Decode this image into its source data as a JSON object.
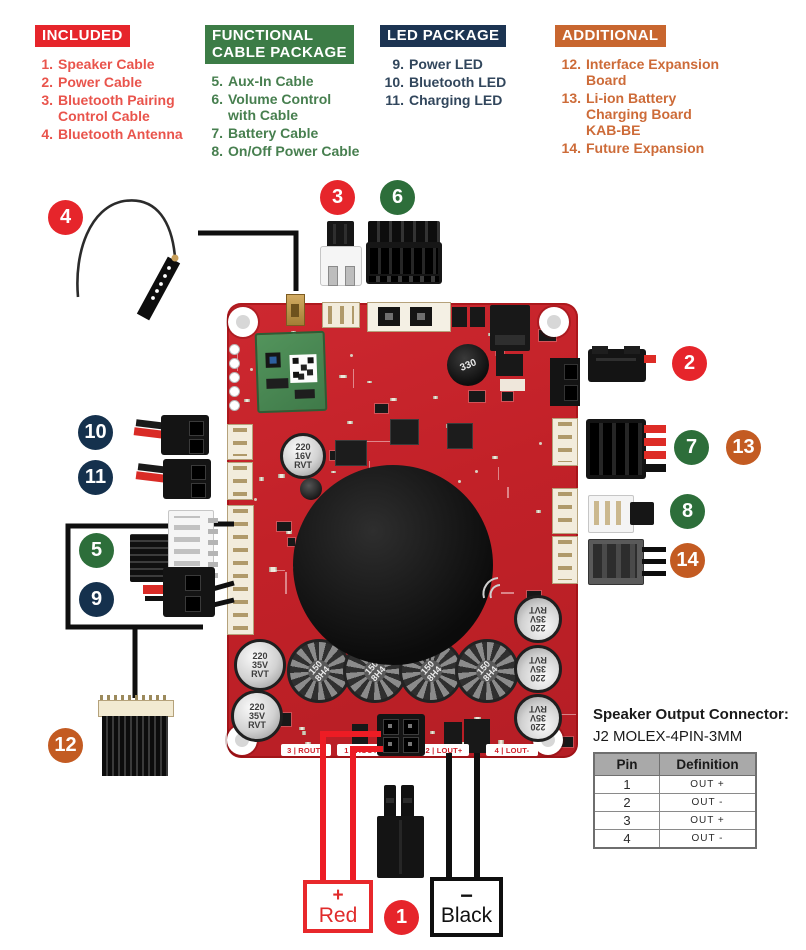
{
  "colors": {
    "red": "#e6252b",
    "green": "#3c7c46",
    "green_dark": "#2d6e3a",
    "navy": "#1c3452",
    "navy_dark": "#15314d",
    "orange": "#c8662f",
    "orange_dark": "#c35b22",
    "wire_red": "#ed1c24",
    "pcb_red": "#c22128"
  },
  "legend": {
    "included": {
      "title": "INCLUDED",
      "items": [
        {
          "num": "1.",
          "label": "Speaker Cable"
        },
        {
          "num": "2.",
          "label": "Power Cable"
        },
        {
          "num": "3.",
          "label": "Bluetooth Pairing\nControl Cable"
        },
        {
          "num": "4.",
          "label": "Bluetooth Antenna"
        }
      ]
    },
    "functional": {
      "title": "FUNCTIONAL\nCABLE PACKAGE",
      "items": [
        {
          "num": "5.",
          "label": "Aux-In Cable"
        },
        {
          "num": "6.",
          "label": "Volume Control\nwith Cable"
        },
        {
          "num": "7.",
          "label": "Battery Cable"
        },
        {
          "num": "8.",
          "label": "On/Off Power Cable"
        }
      ]
    },
    "led": {
      "title": "LED PACKAGE",
      "items": [
        {
          "num": "9.",
          "label": "Power LED"
        },
        {
          "num": "10.",
          "label": "Bluetooth LED"
        },
        {
          "num": "11.",
          "label": "Charging LED"
        }
      ]
    },
    "additional": {
      "title": "ADDITIONAL",
      "items": [
        {
          "num": "12.",
          "label": "Interface Expansion\nBoard"
        },
        {
          "num": "13.",
          "label": "Li-ion Battery\nCharging Board\nKAB-BE"
        },
        {
          "num": "14.",
          "label": "Future Expansion"
        }
      ]
    }
  },
  "markers": {
    "m1": "1",
    "m2": "2",
    "m3": "3",
    "m4": "4",
    "m5": "5",
    "m6": "6",
    "m7": "7",
    "m8": "8",
    "m9": "9",
    "m10": "10",
    "m11": "11",
    "m12": "12",
    "m13": "13",
    "m14": "14"
  },
  "board": {
    "cap_16v": "220\n16V\nRVT",
    "cap_35v": "220\n35V\nRVT",
    "toroid": "150\n8H4",
    "coil": "330",
    "edge_labels": {
      "l3": "3 | ROUT+",
      "l1": "1 | ROUT-",
      "l2": "2 | LOUT+",
      "l4": "4 | LOUT-"
    }
  },
  "wiring": {
    "positive_sign": "+",
    "positive_label": "Red",
    "negative_sign": "−",
    "negative_label": "Black"
  },
  "speaker_table": {
    "title": "Speaker Output Connector:",
    "subtitle": "J2 MOLEX-4PIN-3MM",
    "headers": [
      "Pin",
      "Definition"
    ],
    "rows": [
      {
        "pin": "1",
        "def": "OUT +"
      },
      {
        "pin": "2",
        "def": "OUT -"
      },
      {
        "pin": "3",
        "def": "OUT +"
      },
      {
        "pin": "4",
        "def": "OUT -"
      }
    ]
  }
}
